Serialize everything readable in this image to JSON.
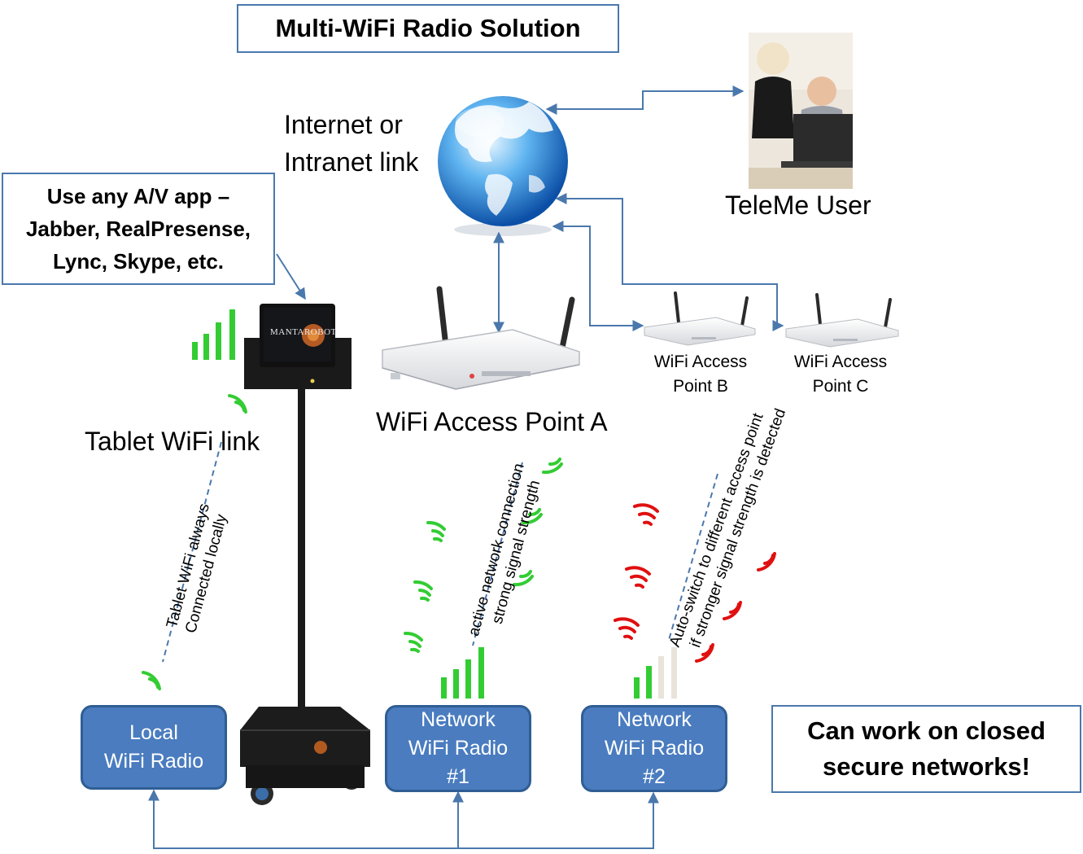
{
  "title": "Multi-WiFi Radio Solution",
  "av_box": {
    "line1": "Use any A/V app –",
    "line2": "Jabber, RealPresense,",
    "line3": "Lync, Skype, etc."
  },
  "internet_label": {
    "line1": "Internet or",
    "line2": "Intranet link"
  },
  "teleme_label": "TeleMe User",
  "tablet_wifi_label": "Tablet WiFi link",
  "ap_a_label": "WiFi Access Point A",
  "ap_b_label": {
    "line1": "WiFi Access",
    "line2": "Point B"
  },
  "ap_c_label": {
    "line1": "WiFi Access",
    "line2": "Point C"
  },
  "tablet_brand": "MANTAROBOT",
  "tablet_note": {
    "line1": "Tablet WiFi always",
    "line2": "Connected locally"
  },
  "active_note": {
    "line1": "active network connection",
    "line2": "strong signal strength"
  },
  "autoswitch_note": {
    "line1": "Auto-switch to different access point",
    "line2": "if stronger signal strength is detected"
  },
  "radio_local": {
    "line1": "Local",
    "line2": "WiFi Radio"
  },
  "radio_net1": {
    "line1": "Network",
    "line2": "WiFi Radio",
    "line3": "#1"
  },
  "radio_net2": {
    "line1": "Network",
    "line2": "WiFi Radio",
    "line3": "#2"
  },
  "secure_box": {
    "line1": "Can work on closed",
    "line2": "secure networks!"
  },
  "colors": {
    "box_border": "#4a78ad",
    "radio_fill": "#4a7cbf",
    "connector": "#4a78ad",
    "signal_green": "#33cc33",
    "signal_red": "#e01010",
    "signal_inactive": "#e8e4da"
  }
}
